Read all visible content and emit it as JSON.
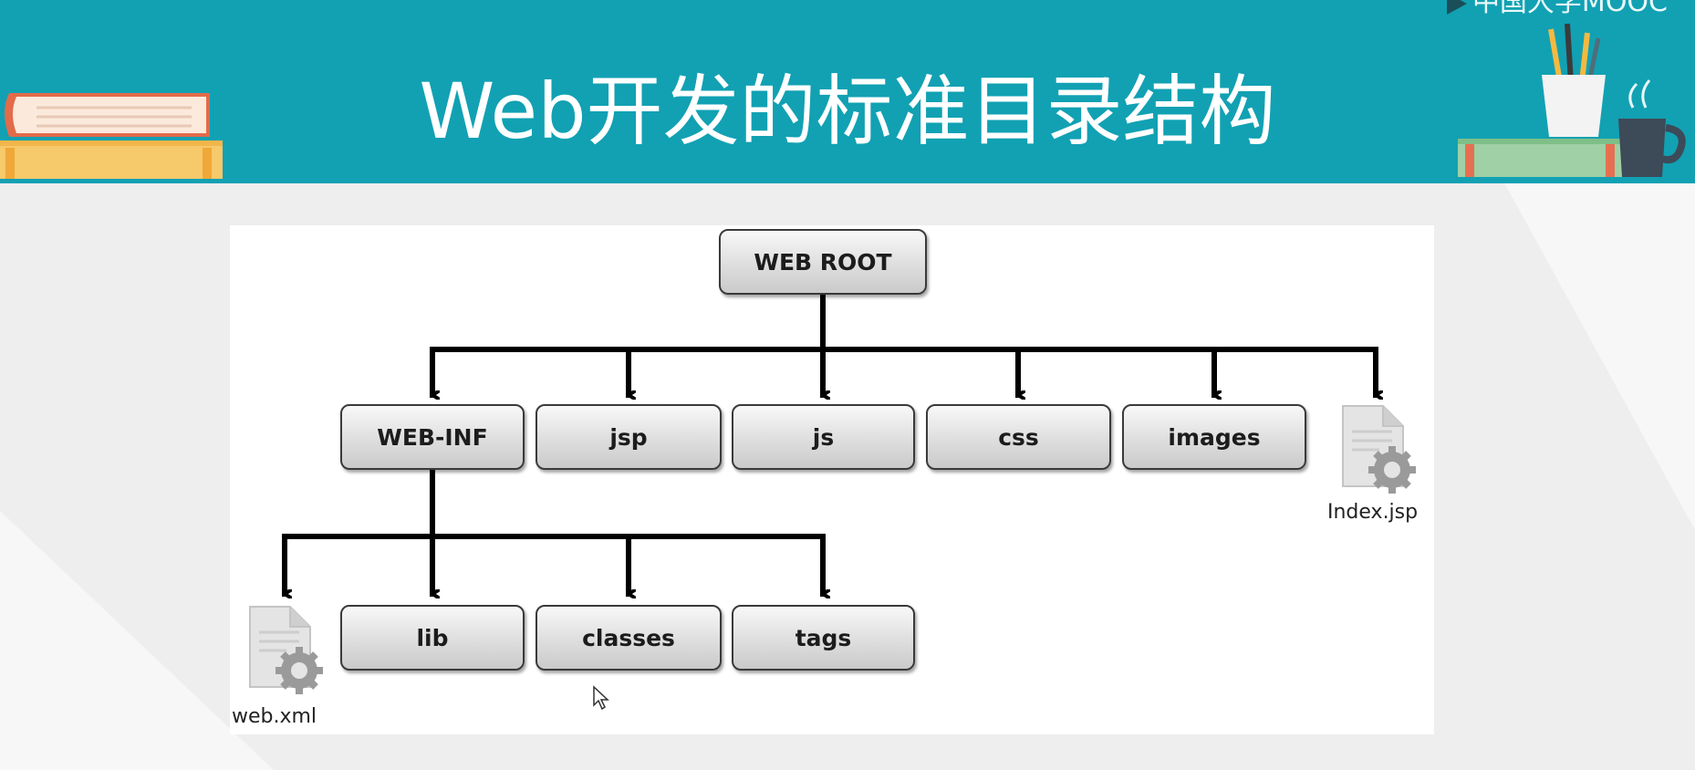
{
  "slide": {
    "title": "Web开发的标准目录结构",
    "watermark": "中国大学MOOC"
  },
  "diagram": {
    "root": "WEB ROOT",
    "level1": [
      "WEB-INF",
      "jsp",
      "js",
      "css",
      "images"
    ],
    "root_file": "Index.jsp",
    "level2": [
      "lib",
      "classes",
      "tags"
    ],
    "webinf_file": "web.xml"
  },
  "colors": {
    "header": "#11a1b3",
    "node_fill": "#dedede",
    "connector": "#000000"
  }
}
